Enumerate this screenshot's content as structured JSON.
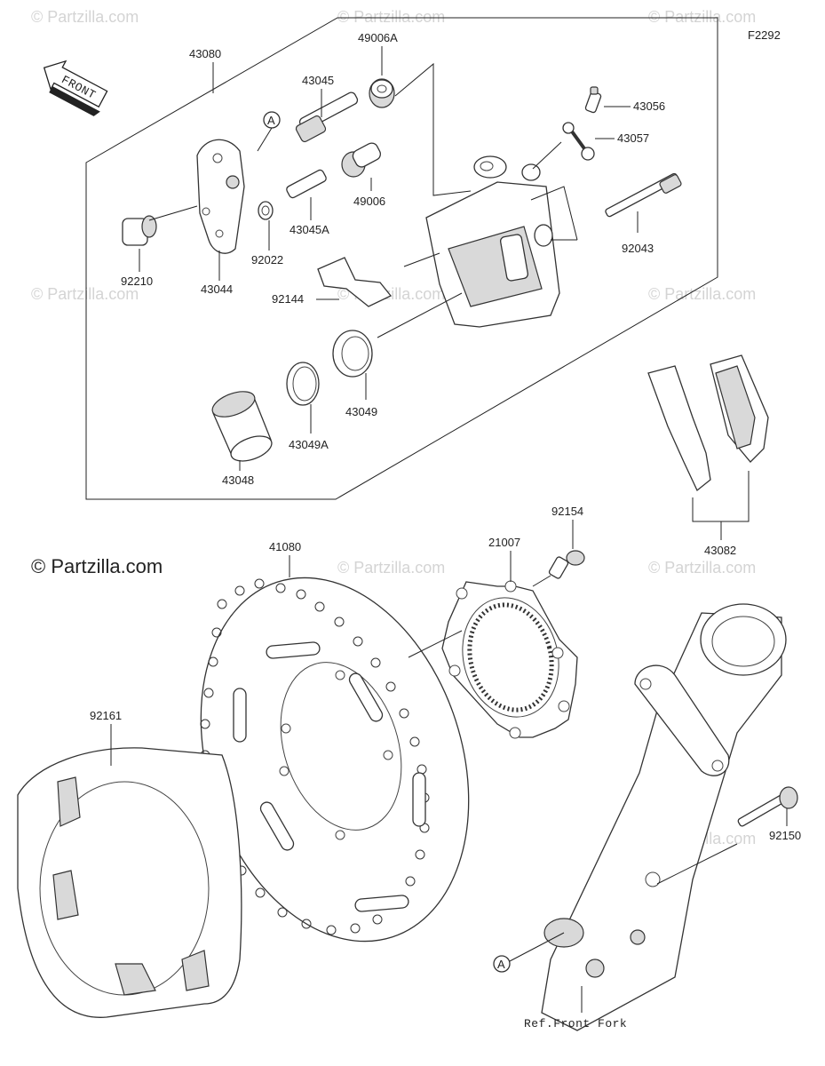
{
  "diagram_code": "F2292",
  "front_label": "FRONT",
  "copyright_main": "© Partzilla.com",
  "watermark": "© Partzilla.com",
  "ref_label": "Ref.Front Fork",
  "ref_marker": "A",
  "parts": {
    "p43080": "43080",
    "p49006A": "49006A",
    "p43045": "43045",
    "p43056": "43056",
    "p43057": "43057",
    "p49006": "49006",
    "p43045A": "43045A",
    "p92043": "92043",
    "p92210": "92210",
    "p43044": "43044",
    "p92022": "92022",
    "p92144": "92144",
    "p43049": "43049",
    "p43049A": "43049A",
    "p43048": "43048",
    "p43082": "43082",
    "p92154": "92154",
    "p41080": "41080",
    "p21007": "21007",
    "p92161": "92161",
    "p92150": "92150"
  }
}
